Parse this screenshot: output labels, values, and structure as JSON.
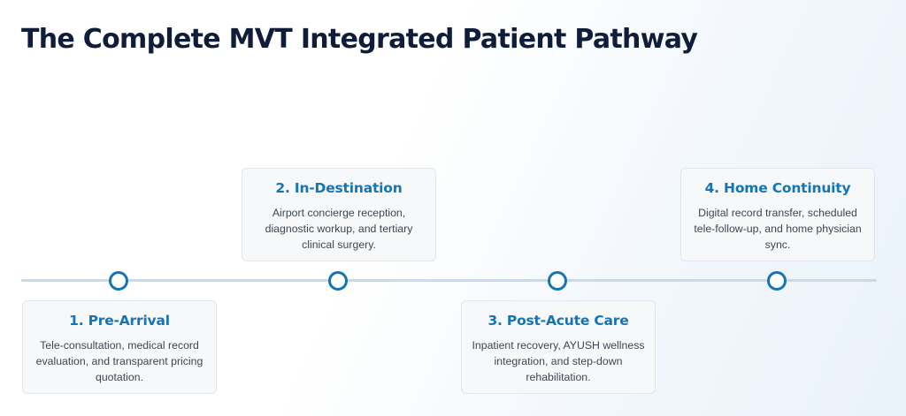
{
  "header": {
    "title": "The Complete MVT Integrated Patient Pathway"
  },
  "colors": {
    "title": "#0f1d3a",
    "accent": "#1574b4",
    "timeline": "#cfd9e4",
    "card_background": "#f6f8fa",
    "body_text": "#3d4652"
  },
  "steps": [
    {
      "title": "1. Pre-Arrival",
      "description": "Tele-consultation, medical record evaluation, and transparent pricing quotation."
    },
    {
      "title": "2. In-Destination",
      "description": "Airport concierge reception, diagnostic workup, and tertiary clinical surgery."
    },
    {
      "title": "3. Post-Acute Care",
      "description": "Inpatient recovery, AYUSH wellness integration, and step-down rehabilitation."
    },
    {
      "title": "4. Home Continuity",
      "description": "Digital record transfer, scheduled tele-follow-up, and home physician sync."
    }
  ]
}
